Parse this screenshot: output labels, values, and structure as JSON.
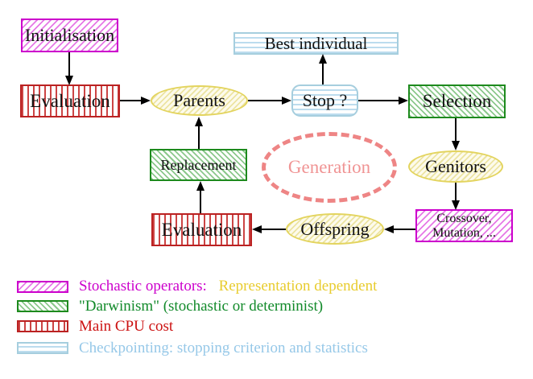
{
  "diagram": {
    "nodes": {
      "initialisation": "Initialisation",
      "evaluation_top": "Evaluation",
      "parents": "Parents",
      "best_individual": "Best individual",
      "stop": "Stop ?",
      "selection": "Selection",
      "genitors": "Genitors",
      "crossover_line1": "Crossover,",
      "crossover_line2": "Mutation, ...",
      "offspring": "Offspring",
      "evaluation_bottom": "Evaluation",
      "replacement": "Replacement",
      "generation": "Generation"
    },
    "colors": {
      "magenta": "#cc00cc",
      "green": "#1d8a1d",
      "red": "#bb2222",
      "cyan_border": "#a6cede",
      "yellow_border": "#e3d45e",
      "salmon_dashed": "#ee8585",
      "legend_yellow_text": "#e8cc2e",
      "legend_cyan_text": "#96c8e8",
      "arrow_black": "#000000"
    }
  },
  "legend": {
    "items": [
      {
        "swatch": "magenta-hatch-swatch",
        "label": "Stochastic operators:",
        "label2": "Representation dependent"
      },
      {
        "swatch": "green-hatch-swatch",
        "label": "\"Darwinism\" (stochastic or determinist)"
      },
      {
        "swatch": "red-stripe-swatch",
        "label": "Main CPU cost"
      },
      {
        "swatch": "cyan-stripe-swatch",
        "label": "Checkpointing: stopping criterion and statistics"
      }
    ]
  }
}
